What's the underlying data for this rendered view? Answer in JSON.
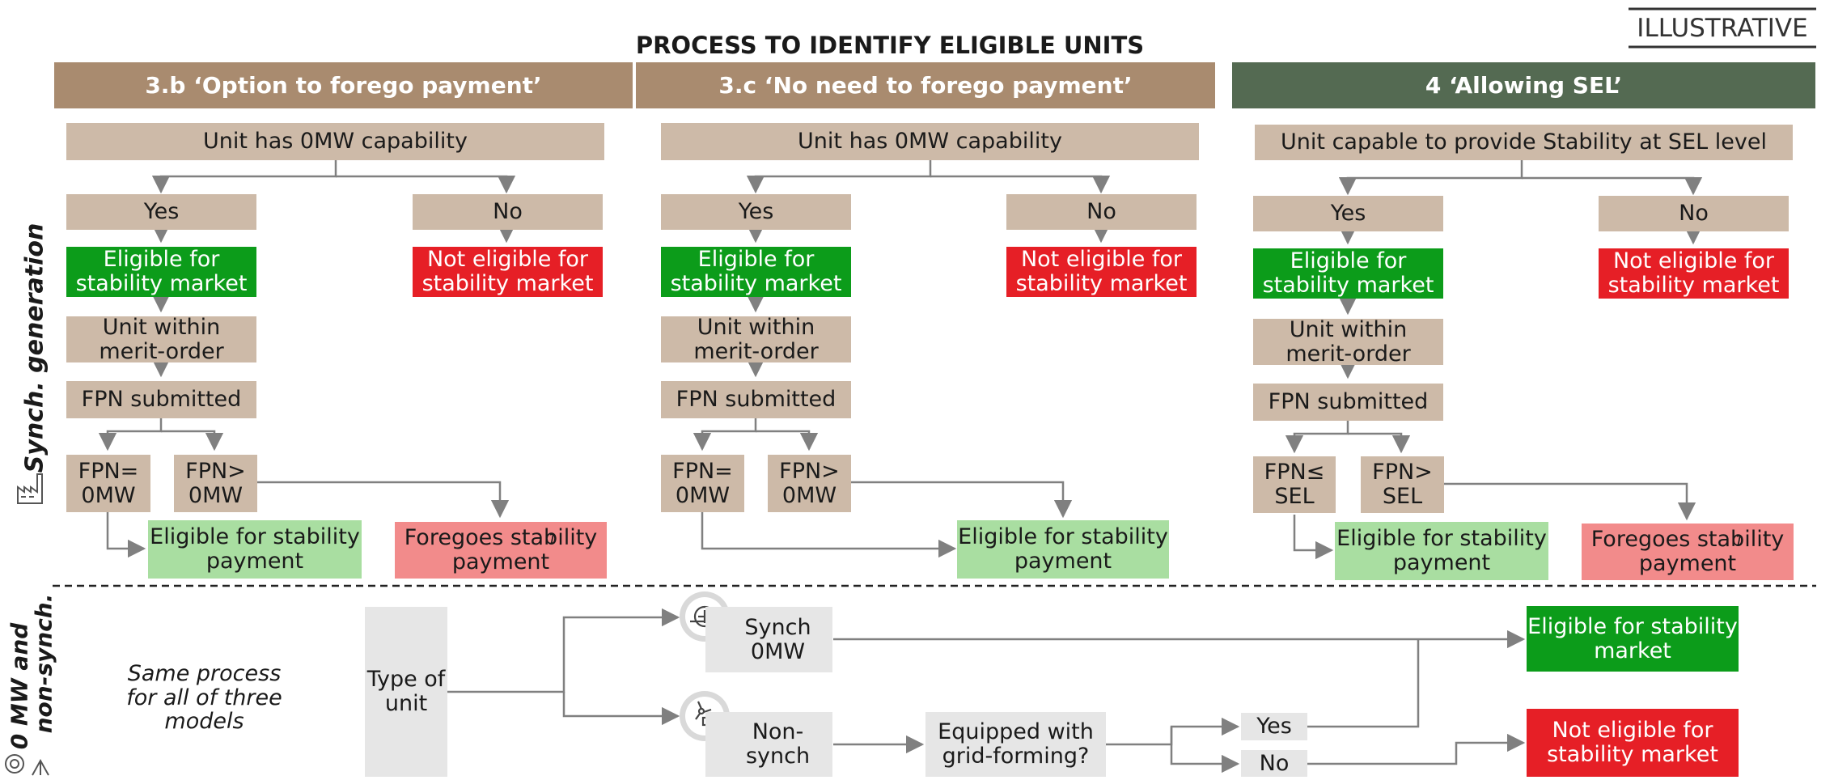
{
  "tag": "ILLUSTRATIVE",
  "title": "PROCESS TO IDENTIFY ELIGIBLE UNITS",
  "columns": [
    {
      "header": "3.b ‘Option to forego payment’",
      "top": "Unit has 0MW capability",
      "yes": "Yes",
      "no": "No",
      "eligible_market": "Eligible for stability market",
      "not_eligible_market": "Not eligible for stability market",
      "merit": "Unit within merit-order",
      "fpn": "FPN submitted",
      "fpn_left": "FPN= 0MW",
      "fpn_right": "FPN> 0MW",
      "outcome_left": "Eligible for stability payment",
      "outcome_right": "Foregoes stability payment",
      "outcome_right_sup": "1"
    },
    {
      "header": "3.c ‘No need to forego payment’",
      "top": "Unit has 0MW capability",
      "yes": "Yes",
      "no": "No",
      "eligible_market": "Eligible for stability market",
      "not_eligible_market": "Not eligible for stability market",
      "merit": "Unit within merit-order",
      "fpn": "FPN submitted",
      "fpn_left": "FPN= 0MW",
      "fpn_right": "FPN> 0MW",
      "outcome": "Eligible for stability payment"
    },
    {
      "header": "4 ‘Allowing SEL’",
      "top": "Unit capable to provide Stability at SEL level",
      "yes": "Yes",
      "no": "No",
      "eligible_market": "Eligible for stability market",
      "not_eligible_market": "Not eligible for stability market",
      "merit": "Unit within merit-order",
      "fpn": "FPN submitted",
      "fpn_left": "FPN≤ SEL",
      "fpn_right": "FPN> SEL",
      "outcome_left": "Eligible for stability payment",
      "outcome_right": "Foregoes stability payment",
      "outcome_right_sup": "1"
    }
  ],
  "side_labels": {
    "top": "Synch. generation",
    "bottom_line1": "0 MW and",
    "bottom_line2": "non-synch."
  },
  "bottom": {
    "note": "Same process for all of three models",
    "type_of_unit": "Type of unit",
    "synch": "Synch 0MW",
    "nonsynch": "Non- synch",
    "question": "Equipped with grid-forming?",
    "yes": "Yes",
    "no": "No",
    "eligible": "Eligible for stability market",
    "not_eligible": "Not eligible for stability market"
  },
  "colors": {
    "header_tan": "#a98b6f",
    "header_green": "#546a52",
    "box_tan": "#cdbaa8",
    "eligible_green": "#0c9c1a",
    "not_eligible_red": "#e61f26",
    "payment_light_green": "#a9dea1",
    "forego_pink": "#f28b8b"
  },
  "icons": [
    "factory-icon",
    "generator-icon",
    "wind-solar-icon"
  ]
}
